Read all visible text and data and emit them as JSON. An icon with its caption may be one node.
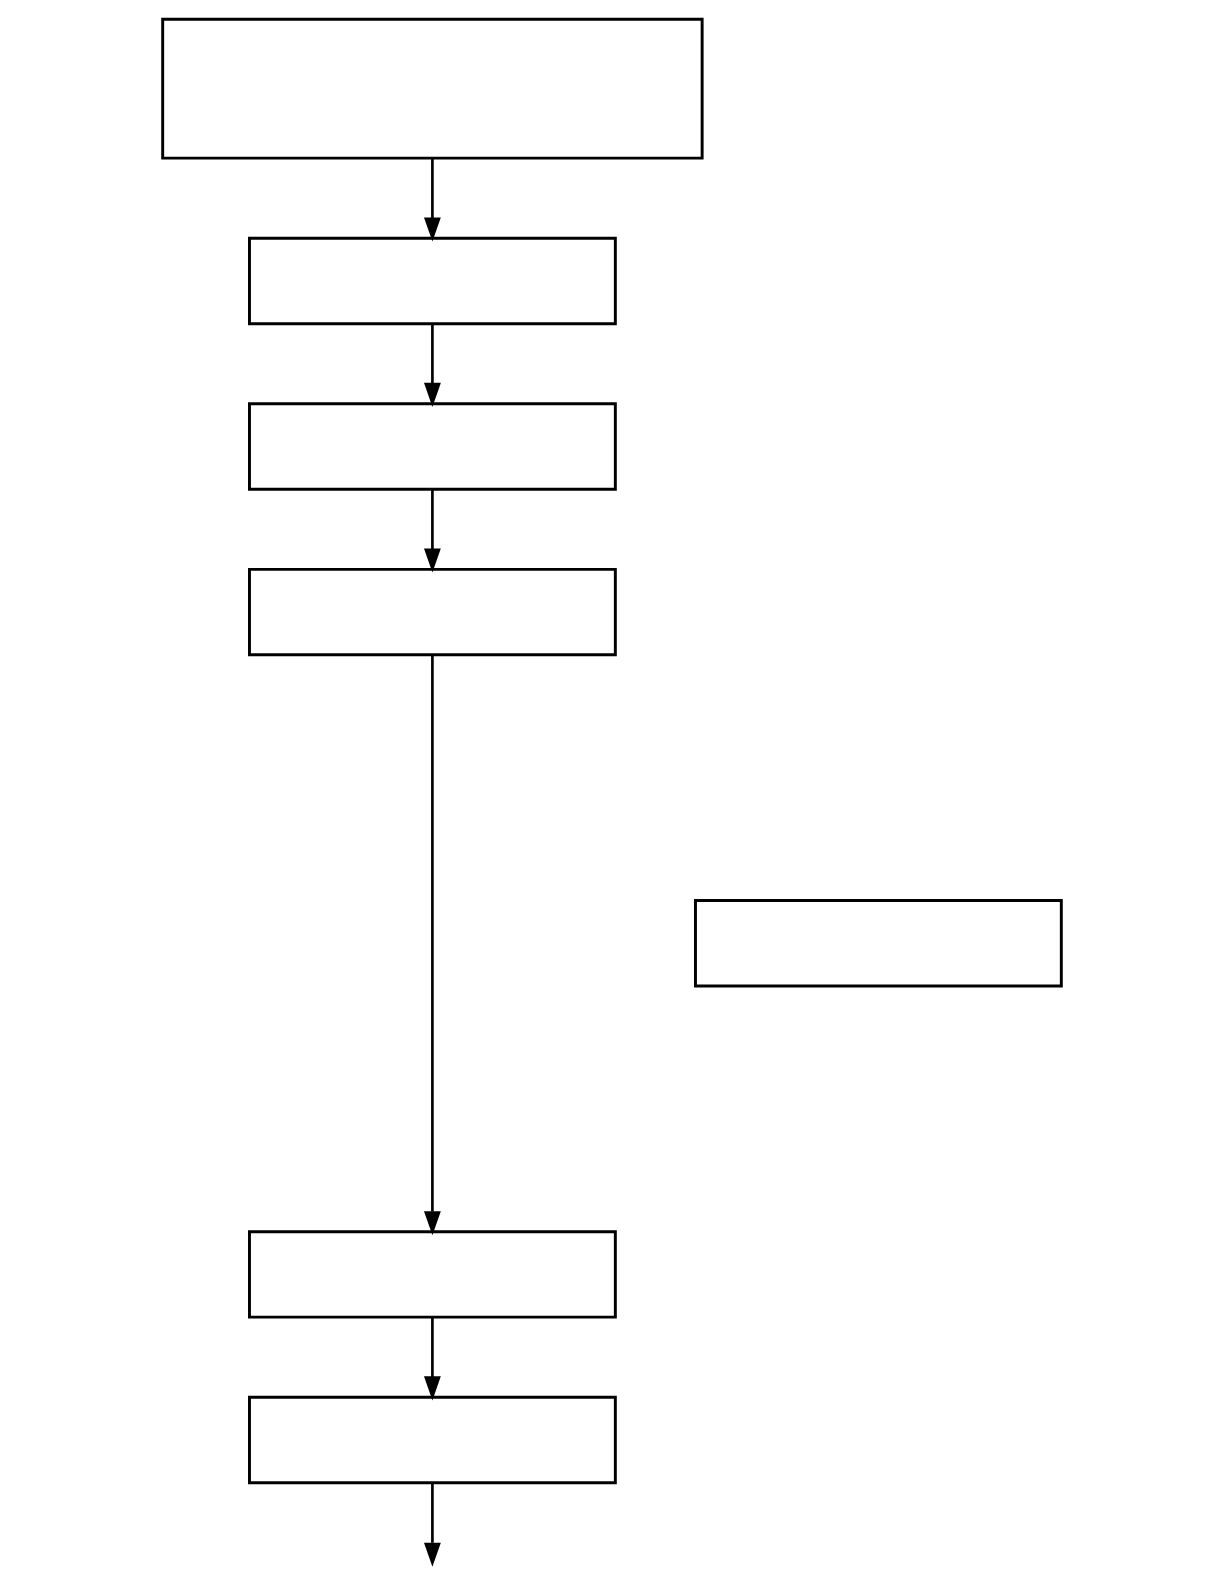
{
  "diagram": {
    "nodes": [
      {
        "text": [],
        "shape": "box"
      },
      {
        "text": [],
        "shape": "box"
      },
      {
        "text": [],
        "shape": "box"
      },
      {
        "text": [],
        "shape": "box"
      },
      {
        "text": [],
        "shape": "box"
      },
      {
        "text": [],
        "shape": "box"
      },
      {
        "text": [],
        "shape": "box"
      }
    ],
    "edges": [
      {
        "from": 0,
        "to": 1,
        "arrow": "to"
      },
      {
        "from": 1,
        "to": 2,
        "arrow": "to"
      },
      {
        "from": 2,
        "to": 3,
        "arrow": "to"
      },
      {
        "from": 3,
        "to": 5,
        "arrow": "to"
      },
      {
        "from": 5,
        "to": 6,
        "arrow": "to"
      },
      {
        "from": 6,
        "to": null,
        "arrow": "to"
      }
    ]
  }
}
